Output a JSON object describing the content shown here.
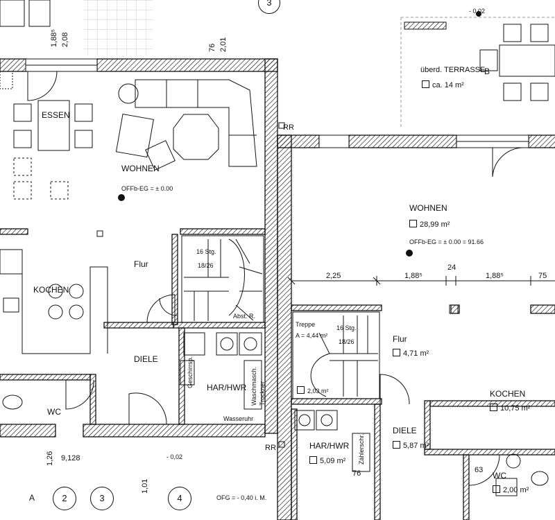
{
  "rooms_left": {
    "essen": "ESSEN",
    "wohnen": "WOHNEN",
    "ffb": "OFFb-EG = ± 0.00",
    "flur": "Flur",
    "kochen": "KOCHEN",
    "diele": "DIELE",
    "wc": "WC",
    "harhwr": "HAR/HWR",
    "stairs": "16 Stg.",
    "stairs_ratio": "18/26",
    "abst": "Abst. R."
  },
  "rooms_right": {
    "wohnen": "WOHNEN",
    "wohnen_area": "28,99 m²",
    "ffb": "OFFb-EG = ± 0.00 = 91.66",
    "terrasse": "überd. TERRASSE",
    "terrasse_area": "ca. 14 m²",
    "treppe": "Treppe",
    "treppe_a": "A = 4,44 m²",
    "stairs": "16 Stg.",
    "stairs_ratio": "18/26",
    "stair_area": "2,03 m²",
    "flur": "Flur",
    "flur_area": "4,71 m²",
    "kochen": "KOCHEN",
    "kochen_area": "10,75 m²",
    "diele": "DIELE",
    "diele_area": "5,87 m²",
    "harhwr": "HAR/HWR",
    "harhwr_area": "5,09 m²",
    "wc": "WC",
    "wc_area": "2,00 m²"
  },
  "dimensions": {
    "d225": "2,25",
    "d188a": "1,88⁵",
    "d24": "24",
    "d188b": "1,88⁵",
    "d75": "75",
    "d76_201_top": "76",
    "d201_top": "2,01",
    "d188_208": "1,88⁵",
    "d208": "2,08",
    "rr1": "RR",
    "rr2": "RR",
    "level_top": "- 0,02",
    "level_mid": "- 0,02",
    "ofg": "OFG = - 0,40 i. M.",
    "d912": "9,128",
    "d126": "1,26",
    "d101": "1,01",
    "d76b": "76",
    "d63": "63",
    "label_b": "B",
    "label_a": "A"
  },
  "axis_labels": [
    "2",
    "3",
    "4"
  ],
  "axis_top": "3",
  "equip": {
    "geschirr": "Geschirrsp.",
    "waschm": "Waschmasch.",
    "trockner": "Trockner",
    "wasseruhr": "Wasseruhr",
    "zaehler": "Zählerschr."
  }
}
